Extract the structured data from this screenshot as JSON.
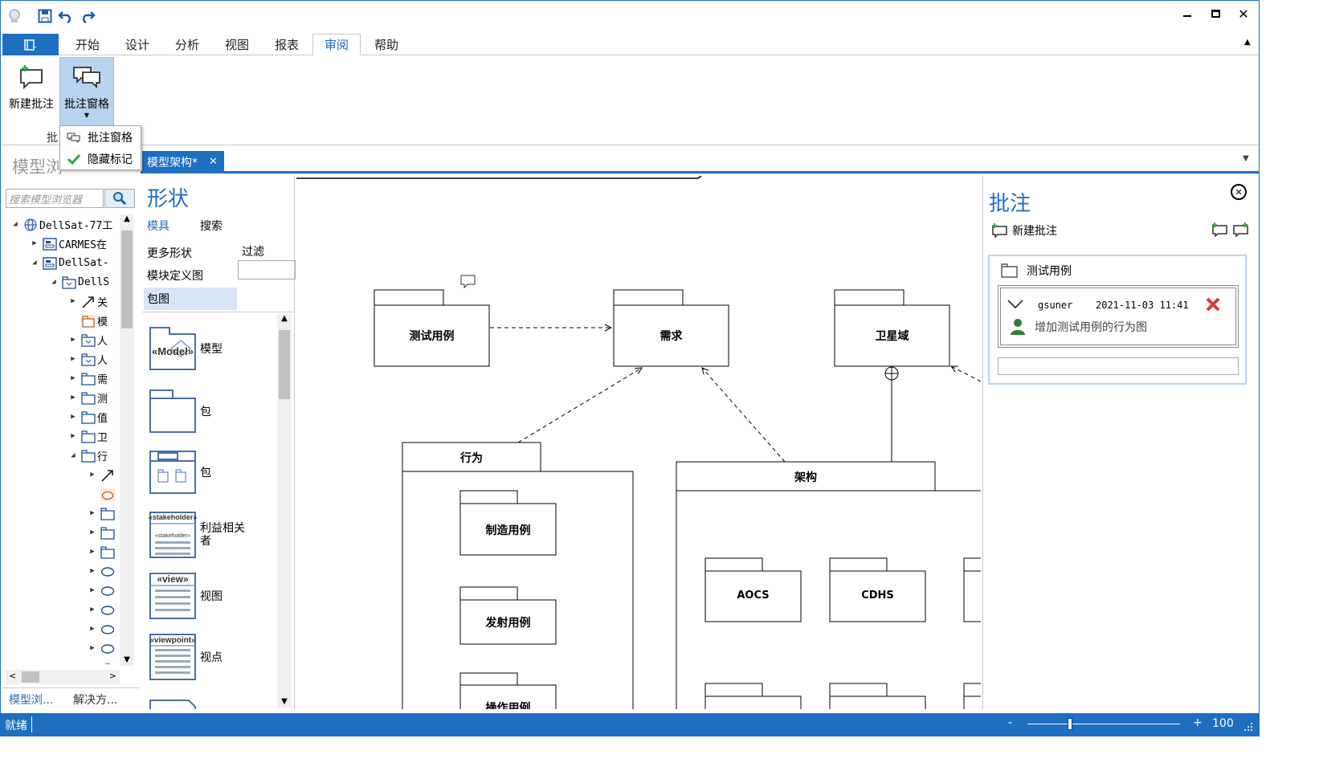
{
  "title_bar": {
    "quick_access": [
      "app-icon",
      "save-icon",
      "undo-icon",
      "redo-icon"
    ],
    "window_controls": [
      "minimize",
      "maximize",
      "close"
    ]
  },
  "ribbon_tabs": [
    "开始",
    "设计",
    "分析",
    "视图",
    "报表",
    "审阅",
    "帮助"
  ],
  "active_tab": "审阅",
  "ribbon": {
    "new_comment_label": "新建批注",
    "comment_pane_label": "批注窗格",
    "group_label": "批"
  },
  "dropdown": {
    "items": [
      {
        "label": "批注窗格",
        "icon": "comment-pane-icon"
      },
      {
        "label": "隐藏标记",
        "icon": "check-icon"
      }
    ]
  },
  "model_browser": {
    "title": "模型浏",
    "search_placeholder": "搜索模型浏览器",
    "tree": [
      {
        "indent": 0,
        "exp": "◢",
        "icon": "globe",
        "label": "DellSat-77工"
      },
      {
        "indent": 1,
        "exp": "▶",
        "icon": "diagram",
        "label": "CARMES在"
      },
      {
        "indent": 1,
        "exp": "◢",
        "icon": "diagram",
        "label": "DellSat-"
      },
      {
        "indent": 2,
        "exp": "◢",
        "icon": "package",
        "label": "DellS"
      },
      {
        "indent": 3,
        "exp": "▶",
        "icon": "relation",
        "label": "关"
      },
      {
        "indent": 3,
        "exp": "",
        "icon": "package-orange",
        "label": "模"
      },
      {
        "indent": 3,
        "exp": "▶",
        "icon": "package",
        "label": "人"
      },
      {
        "indent": 3,
        "exp": "▶",
        "icon": "package",
        "label": "人"
      },
      {
        "indent": 3,
        "exp": "▶",
        "icon": "folder",
        "label": "需"
      },
      {
        "indent": 3,
        "exp": "▶",
        "icon": "folder",
        "label": "测"
      },
      {
        "indent": 3,
        "exp": "▶",
        "icon": "folder",
        "label": "值"
      },
      {
        "indent": 3,
        "exp": "▶",
        "icon": "folder",
        "label": "卫"
      },
      {
        "indent": 3,
        "exp": "◢",
        "icon": "folder",
        "label": "行"
      },
      {
        "indent": 4,
        "exp": "▶",
        "icon": "relation",
        "label": ""
      },
      {
        "indent": 4,
        "exp": "",
        "icon": "usecase-orange",
        "label": ""
      },
      {
        "indent": 4,
        "exp": "▶",
        "icon": "folder",
        "label": ""
      },
      {
        "indent": 4,
        "exp": "▶",
        "icon": "folder",
        "label": ""
      },
      {
        "indent": 4,
        "exp": "▶",
        "icon": "folder",
        "label": ""
      },
      {
        "indent": 4,
        "exp": "▶",
        "icon": "usecase",
        "label": ""
      },
      {
        "indent": 4,
        "exp": "▶",
        "icon": "usecase",
        "label": ""
      },
      {
        "indent": 4,
        "exp": "▶",
        "icon": "usecase",
        "label": ""
      },
      {
        "indent": 4,
        "exp": "▶",
        "icon": "usecase",
        "label": ""
      },
      {
        "indent": 4,
        "exp": "▶",
        "icon": "usecase",
        "label": ""
      },
      {
        "indent": 4,
        "exp": "▶",
        "icon": "usecase",
        "label": ""
      }
    ],
    "bottom_tabs": [
      "模型浏...",
      "解决方..."
    ]
  },
  "document_tab": {
    "label": "模型架构*"
  },
  "shapes_panel": {
    "title": "形状",
    "tabs": [
      "模具",
      "搜索"
    ],
    "more_shapes": "更多形状",
    "filter_label": "过滤",
    "categories": [
      "模块定义图",
      "包图"
    ],
    "items": [
      {
        "label": "模型",
        "icon": "model"
      },
      {
        "label": "包",
        "icon": "package"
      },
      {
        "label": "包",
        "icon": "package-nested"
      },
      {
        "label": "利益相关者",
        "icon": "stakeholder"
      },
      {
        "label": "视图",
        "icon": "view"
      },
      {
        "label": "视点",
        "icon": "viewpoint"
      },
      {
        "label": "",
        "icon": "partial"
      }
    ]
  },
  "diagram": {
    "packages": {
      "test_cases": "测试用例",
      "requirements": "需求",
      "satellite_domain": "卫星域",
      "behavior": "行为",
      "architecture": "架构",
      "manufacturing": "制造用例",
      "launch": "发射用例",
      "operation": "操作用例",
      "aocs": "AOCS",
      "cdhs": "CDHS"
    }
  },
  "comments_panel": {
    "title": "批注",
    "new_comment": "新建批注",
    "thread_title": "测试用例",
    "comment": {
      "author": "gsuner",
      "timestamp": "2021-11-03 11:41",
      "text": "增加测试用例的行为图"
    }
  },
  "status_bar": {
    "text": "就绪",
    "zoom_minus": "-",
    "zoom_plus": "+",
    "zoom_value": "100",
    "zoom_level": 0.28
  }
}
